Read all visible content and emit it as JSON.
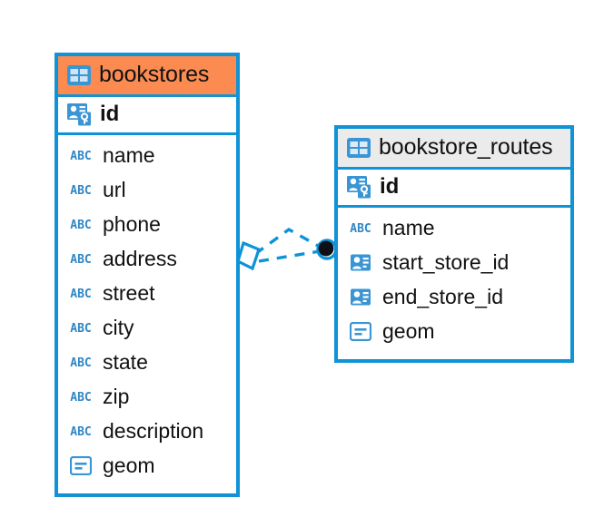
{
  "diagram": {
    "type": "entity-relationship-diagram",
    "background": "#ffffff",
    "accent_color": "#0d93d6",
    "highlight_color": "#fb8b51",
    "header_plain_color": "#ebebeb",
    "icon_blue": "#3a95d4"
  },
  "entities": [
    {
      "id": "bookstores",
      "title": "bookstores",
      "title_icon": "table-icon",
      "header_style": "highlight",
      "primary_key": {
        "label": "id",
        "icon": "primary-key-icon"
      },
      "fields": [
        {
          "label": "name",
          "icon": "abc-icon",
          "icon_text": "ABC"
        },
        {
          "label": "url",
          "icon": "abc-icon",
          "icon_text": "ABC"
        },
        {
          "label": "phone",
          "icon": "abc-icon",
          "icon_text": "ABC"
        },
        {
          "label": "address",
          "icon": "abc-icon",
          "icon_text": "ABC"
        },
        {
          "label": "street",
          "icon": "abc-icon",
          "icon_text": "ABC"
        },
        {
          "label": "city",
          "icon": "abc-icon",
          "icon_text": "ABC"
        },
        {
          "label": "state",
          "icon": "abc-icon",
          "icon_text": "ABC"
        },
        {
          "label": "zip",
          "icon": "abc-icon",
          "icon_text": "ABC"
        },
        {
          "label": "description",
          "icon": "abc-icon",
          "icon_text": "ABC"
        },
        {
          "label": "geom",
          "icon": "geometry-icon",
          "icon_text": ""
        }
      ]
    },
    {
      "id": "bookstore_routes",
      "title": "bookstore_routes",
      "title_icon": "table-icon",
      "header_style": "plain",
      "primary_key": {
        "label": "id",
        "icon": "primary-key-icon"
      },
      "fields": [
        {
          "label": "name",
          "icon": "abc-icon",
          "icon_text": "ABC"
        },
        {
          "label": "start_store_id",
          "icon": "foreign-key-icon",
          "icon_text": ""
        },
        {
          "label": "end_store_id",
          "icon": "foreign-key-icon",
          "icon_text": ""
        },
        {
          "label": "geom",
          "icon": "geometry-icon",
          "icon_text": ""
        }
      ]
    }
  ],
  "relationship": {
    "from_entity": "bookstores",
    "to_entity": "bookstore_routes",
    "line_style": "dashed",
    "line_color": "#0d93d6",
    "source_marker": "diamond-marker",
    "target_marker": "filled-circle-marker",
    "branch_count": 2
  }
}
